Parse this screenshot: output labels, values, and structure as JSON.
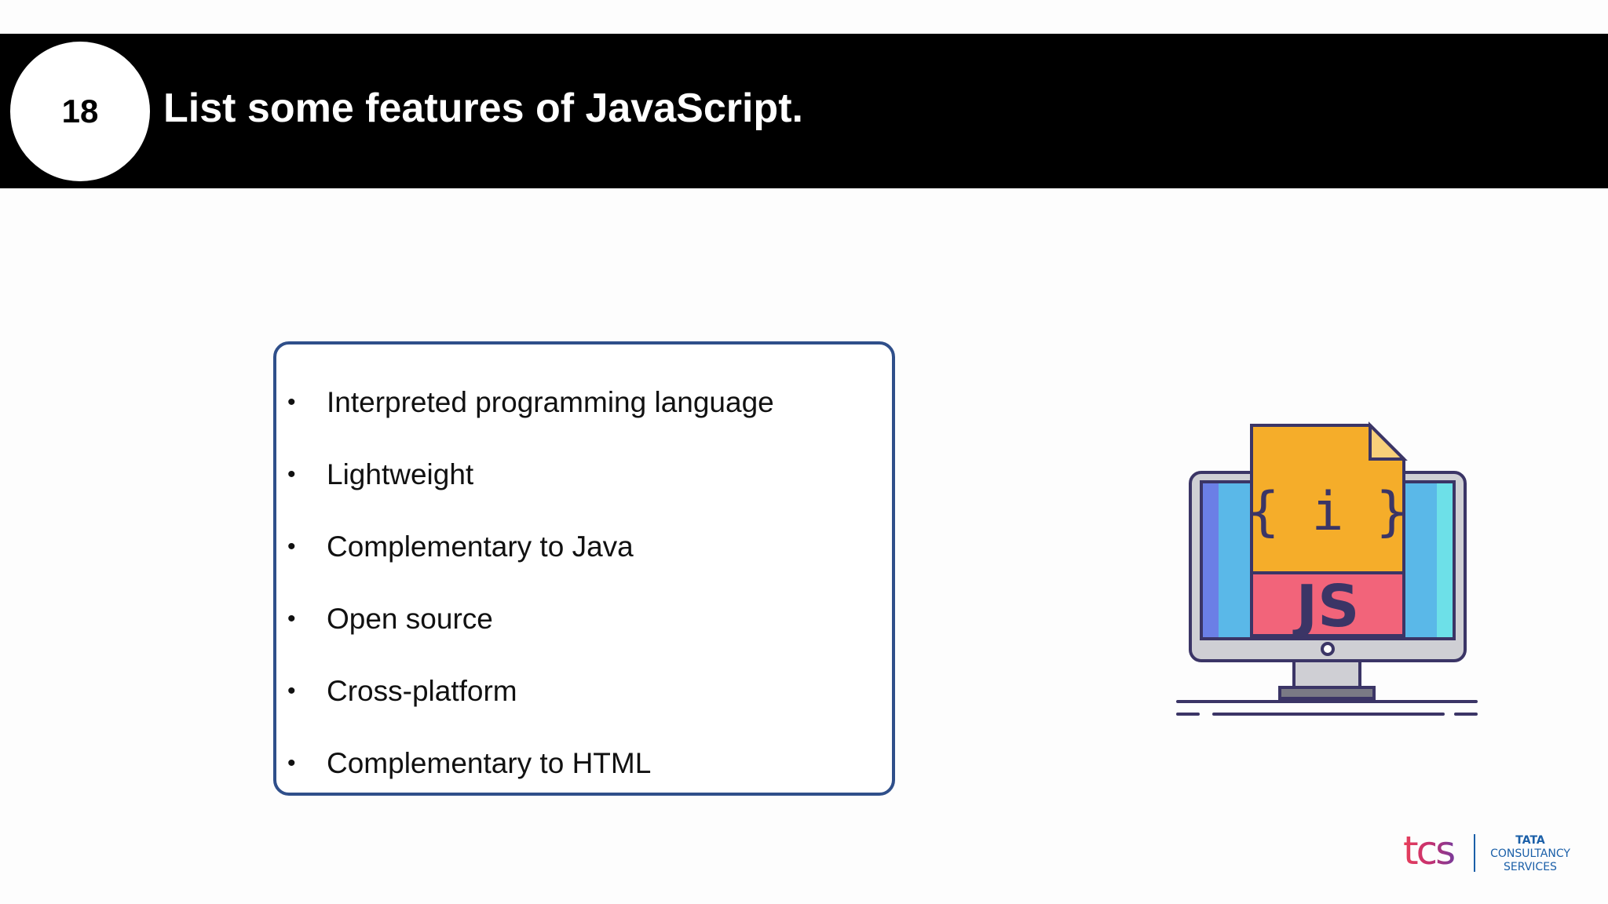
{
  "slide": {
    "number": "18",
    "title": "List some features of JavaScript."
  },
  "features": [
    "Interpreted programming language",
    "Lightweight",
    "Complementary to Java",
    "Open source",
    "Cross-platform",
    "Complementary to HTML"
  ],
  "illustration": {
    "file_symbol": "{ i }",
    "file_label": "JS",
    "icon": "monitor-js-file-icon"
  },
  "logo": {
    "mark": "tcs",
    "line1": "TATA",
    "line2": "CONSULTANCY",
    "line3": "SERVICES"
  },
  "colors": {
    "header": "#000000",
    "box_border": "#2f4f8a",
    "file_yellow": "#f5ad2a",
    "file_red": "#f2647a",
    "outline": "#3b3566",
    "screen_blue": "#5ab8e8",
    "logo_blue": "#1a5fa8"
  }
}
